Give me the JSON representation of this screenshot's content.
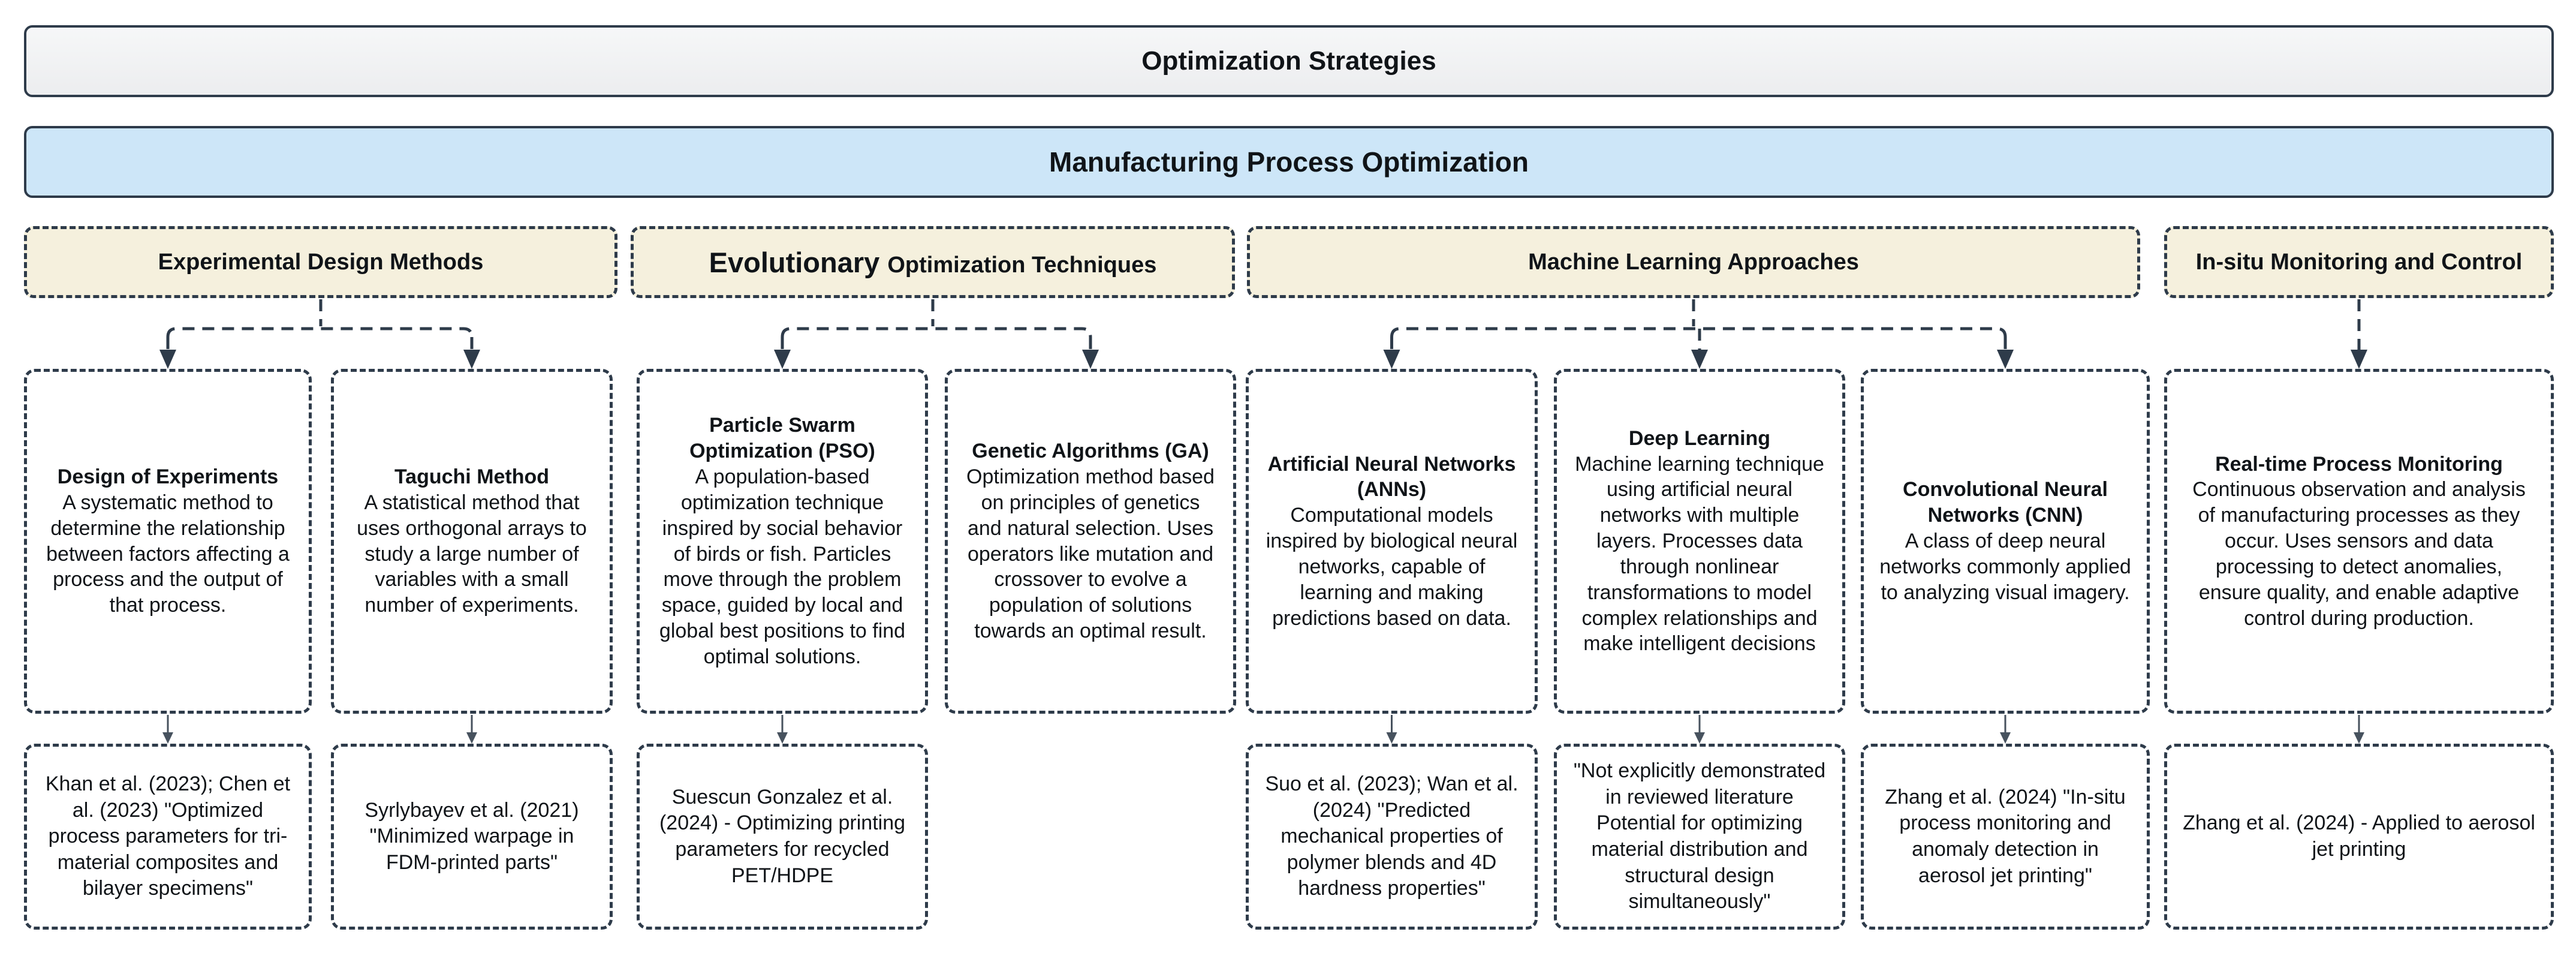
{
  "diagram": {
    "root": {
      "label": "Optimization Strategies"
    },
    "subroot": {
      "label": "Manufacturing Process Optimization"
    },
    "colors": {
      "stroke": "#2e3b4a",
      "root_fill": "#f1f2f3",
      "subroot_fill": "#cde6f8",
      "category_fill": "#f5f0dd",
      "node_fill": "#ffffff",
      "text": "#101418",
      "thin_connector": "#47525e"
    },
    "categories": [
      {
        "label": "Experimental Design Methods"
      },
      {
        "label": "Evolutionary Optimization Techniques",
        "label_parts": [
          {
            "text": "Evolutionary ",
            "size": "lg"
          },
          {
            "text": "Optimization Techniques",
            "size": "md"
          }
        ]
      },
      {
        "label": "Machine Learning Approaches"
      },
      {
        "label": "In-situ Monitoring and Control"
      }
    ],
    "methods": [
      {
        "category": 0,
        "title": "Design of Experiments",
        "description": "A systematic method to determine the relationship between factors affecting a process and the output of that process.",
        "citation": "Khan et al. (2023); Chen et al. (2023) \"Optimized process parameters for tri-material composites and bilayer specimens\""
      },
      {
        "category": 0,
        "title": "Taguchi Method",
        "description": "A statistical method that uses orthogonal arrays to study a large number of variables with a small number of experiments.",
        "citation": "Syrlybayev et al. (2021) \"Minimized warpage in FDM-printed parts\""
      },
      {
        "category": 1,
        "title": "Particle Swarm Optimization (PSO)",
        "description": "A population-based optimization technique inspired by social behavior of birds or fish. Particles move through the problem space, guided by local and global best positions to find optimal solutions.",
        "citation": "Suescun Gonzalez et al. (2024) - Optimizing printing parameters for recycled PET/HDPE"
      },
      {
        "category": 1,
        "title": "Genetic Algorithms (GA)",
        "description": "Optimization method based on principles of genetics and natural selection. Uses operators like mutation and crossover to evolve a population of solutions towards an optimal result.",
        "citation": null
      },
      {
        "category": 2,
        "title": "Artificial Neural Networks (ANNs)",
        "description": "Computational models inspired by biological neural networks, capable of learning and making predictions based on data.",
        "citation": "Suo et al. (2023); Wan et al. (2024) \"Predicted mechanical properties of polymer blends and 4D hardness properties\""
      },
      {
        "category": 2,
        "title": "Deep Learning",
        "description": "Machine learning technique using artificial neural networks with multiple layers. Processes data through nonlinear transformations to model complex relationships and make intelligent decisions",
        "citation": "\"Not explicitly demonstrated in reviewed literature Potential for optimizing material distribution and structural design simultaneously\""
      },
      {
        "category": 2,
        "title": "Convolutional Neural Networks (CNN)",
        "description": "A class of deep neural networks commonly applied to analyzing visual imagery.",
        "citation": "Zhang et al. (2024) \"In-situ process monitoring and anomaly detection in aerosol jet printing\""
      },
      {
        "category": 3,
        "title": "Real-time Process Monitoring",
        "description": "Continuous observation and analysis of manufacturing processes as they occur. Uses sensors and data processing to detect anomalies, ensure quality, and enable adaptive control during production.",
        "citation": "Zhang et al. (2024) - Applied to aerosol jet printing"
      }
    ]
  }
}
